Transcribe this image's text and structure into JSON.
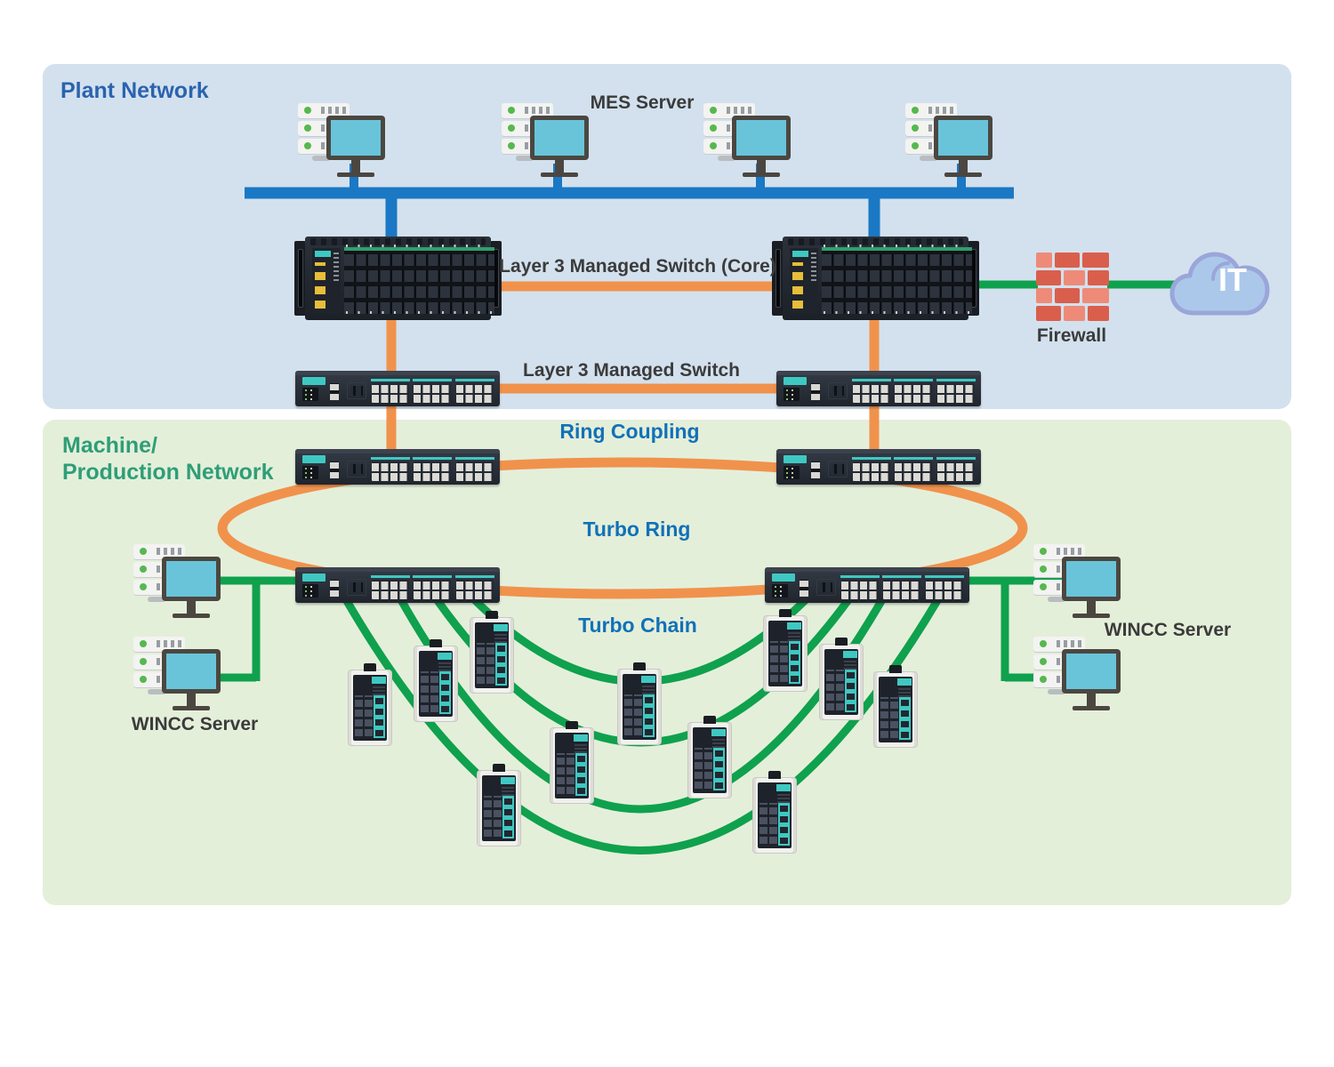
{
  "regions": {
    "plant_network": {
      "title": "Plant Network"
    },
    "machine_production_network": {
      "title_line1": "Machine/",
      "title_line2": "Production Network"
    }
  },
  "labels": {
    "mes_server": "MES Server",
    "core_switch": "Layer 3 Managed Switch (Core)",
    "l3_switch": "Layer 3 Managed Switch",
    "firewall": "Firewall",
    "it": "IT",
    "ring_coupling": "Ring Coupling",
    "turbo_ring": "Turbo Ring",
    "turbo_chain": "Turbo Chain",
    "wincc_left": "WINCC Server",
    "wincc_right": "WINCC Server"
  },
  "icons": {
    "workstation-icon": "server rack stack with green LEDs plus desktop monitor",
    "core-switch-icon": "modular rackmount chassis with vertical line cards and yellow fiber ports",
    "rack-switch-icon": "1U managed switch with teal trim and RJ45 port groups",
    "din-rail-switch-icon": "compact DIN-rail switch, white housing, teal port block",
    "firewall-icon": "red brick wall",
    "it-cloud-icon": "blue cloud"
  },
  "colors": {
    "panel_blue": "#d3e1ee",
    "panel_green": "#e4efda",
    "line_blue": "#1a78c4",
    "line_orange": "#f0924c",
    "line_green": "#0fa14d",
    "title_blue": "#2b63ae",
    "title_green": "#2e9e78",
    "label_blue": "#1171b8",
    "text_dark": "#3b3b3b",
    "teal": "#3fc8c2",
    "screen": "#69c4da",
    "sfp_yellow": "#e7bd3a",
    "brick_red": "#d95f4c",
    "brick_salmon": "#ee8b78",
    "cloud_fill": "#abc8ea",
    "cloud_stroke": "#9aa6d9",
    "led_green": "#56b84f"
  }
}
